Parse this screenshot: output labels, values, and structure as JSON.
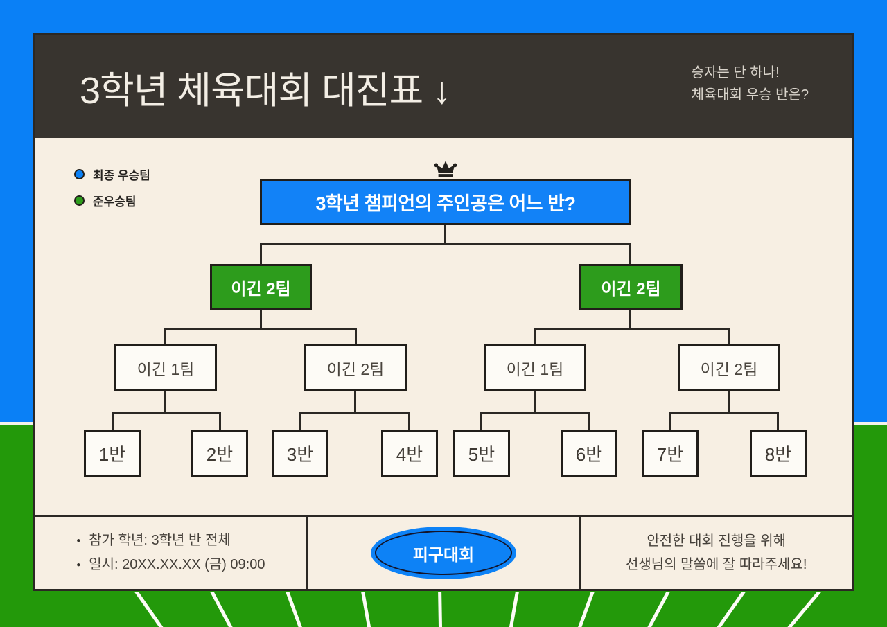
{
  "colors": {
    "background_blue": "#0a80f6",
    "field_green": "#23990a",
    "header_dark": "#38342f",
    "card_cream": "#f7efe3",
    "box_green": "#2d9c1c",
    "box_blue": "#1282f7",
    "line_dark": "#2b2824"
  },
  "header": {
    "title": "3학년 체육대회 대진표 ↓",
    "tagline_line1": "승자는 단 하나!",
    "tagline_line2": "체육대회 우승 반은?"
  },
  "legend": {
    "items": [
      {
        "label": "최종 우승팀",
        "color": "#0a80f6"
      },
      {
        "label": "준우승팀",
        "color": "#2d9c1c"
      }
    ]
  },
  "bracket": {
    "champion": {
      "label": "3학년 챔피언의 주인공은 어느 반?"
    },
    "semifinal": [
      {
        "label": "이긴 2팀"
      },
      {
        "label": "이긴 2팀"
      }
    ],
    "round1": [
      {
        "label": "이긴 1팀"
      },
      {
        "label": "이긴 2팀"
      },
      {
        "label": "이긴 1팀"
      },
      {
        "label": "이긴 2팀"
      }
    ],
    "teams": [
      "1반",
      "2반",
      "3반",
      "4반",
      "5반",
      "6반",
      "7반",
      "8반"
    ]
  },
  "footer": {
    "info_items": [
      "참가 학년: 3학년 반 전체",
      "일시: 20XX.XX.XX (금) 09:00"
    ],
    "event_badge": "피구대회",
    "notice_line1": "안전한 대회 진행을 위해",
    "notice_line2": "선생님의 말씀에 잘 따라주세요!"
  }
}
